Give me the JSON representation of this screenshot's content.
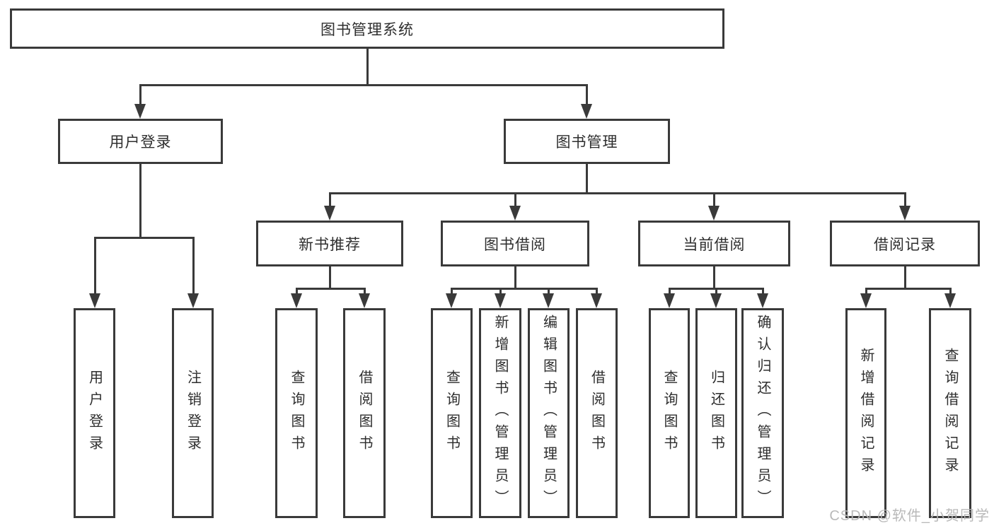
{
  "diagram_type": "feature-hierarchy-tree",
  "tree": {
    "label": "图书管理系统",
    "children": [
      {
        "label": "用户登录",
        "children": [
          {
            "label": "用户登录"
          },
          {
            "label": "注销登录"
          }
        ]
      },
      {
        "label": "图书管理",
        "children": [
          {
            "label": "新书推荐",
            "children": [
              {
                "label": "查询图书"
              },
              {
                "label": "借阅图书"
              }
            ]
          },
          {
            "label": "图书借阅",
            "children": [
              {
                "label": "查询图书"
              },
              {
                "label": "新增图书（管理员）"
              },
              {
                "label": "编辑图书（管理员）"
              },
              {
                "label": "借阅图书"
              }
            ]
          },
          {
            "label": "当前借阅",
            "children": [
              {
                "label": "查询图书"
              },
              {
                "label": "归还图书"
              },
              {
                "label": "确认归还（管理员）"
              }
            ]
          },
          {
            "label": "借阅记录",
            "children": [
              {
                "label": "新增借阅记录"
              },
              {
                "label": "查询借阅记录"
              }
            ]
          }
        ]
      }
    ]
  },
  "watermark": "CSDN @软件_小贺同学",
  "colors": {
    "line": "#3a3a3a",
    "box_border": "#3a3a3a",
    "text": "#2e2e2e",
    "background": "#ffffff",
    "watermark": "#b6b6b6"
  }
}
